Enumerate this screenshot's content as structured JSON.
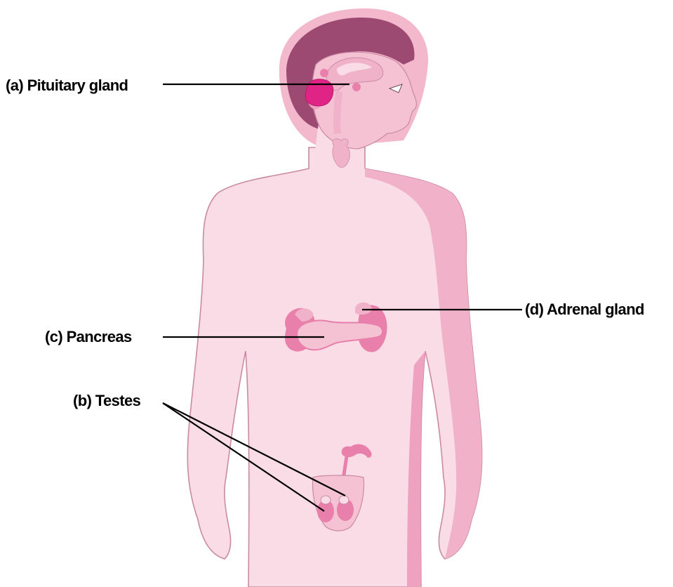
{
  "labels": {
    "pituitary": "(a) Pituitary gland",
    "testes": "(b) Testes",
    "pancreas": "(c) Pancreas",
    "adrenal": "(d) Adrenal gland"
  },
  "colors": {
    "skin_light": "#f9dce6",
    "skin_mid": "#f5c2d3",
    "skin_shadow": "#eea2bf",
    "outline": "#c98aa2",
    "hair": "#9c4a72",
    "hair_halo": "#f3b8cc",
    "brain_inner": "#f0b2c8",
    "gland_pink": "#e880ab",
    "gland_deep": "#e02486",
    "leader_line": "#000000"
  }
}
